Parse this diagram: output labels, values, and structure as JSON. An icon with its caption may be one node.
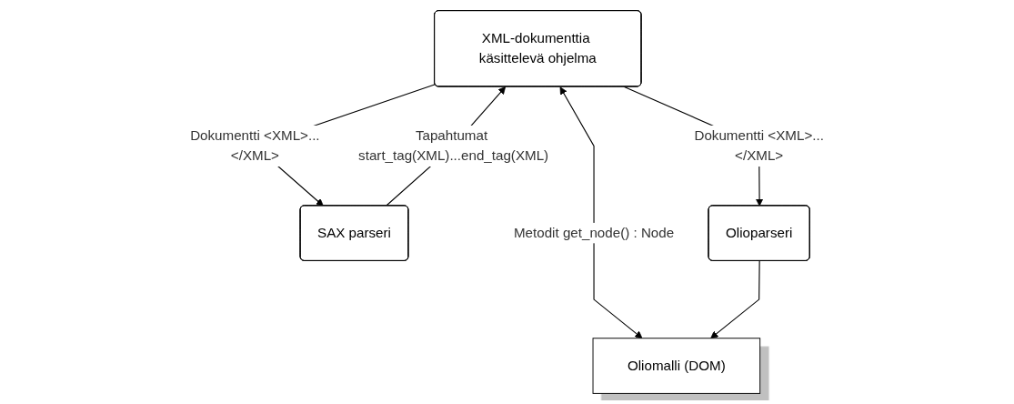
{
  "diagram": {
    "nodes": [
      {
        "text": [
          "XML-dokumenttia käsittelevä ohjelma"
        ]
      },
      {
        "text": [
          "SAX parseri"
        ]
      },
      {
        "text": [
          "Oliomalli (DOM)"
        ]
      },
      {
        "text": [
          "Olioparseri"
        ]
      }
    ],
    "edges": [
      {
        "from": 0,
        "to": 1,
        "arrow": "to",
        "label": "Dokumentti <XML>...</XML>"
      },
      {
        "from": 1,
        "to": 0,
        "arrow": "to",
        "label": "Tapahtumat start_tag(XML)...end_tag(XML)"
      },
      {
        "from": 0,
        "to": 2,
        "arrow": "both",
        "label": "Metodit get_node() : Node"
      },
      {
        "from": 3,
        "to": 2,
        "arrow": "to"
      },
      {
        "from": 0,
        "to": 3,
        "arrow": "to",
        "label": "Dokumentti <XML>...</XML>"
      }
    ]
  }
}
